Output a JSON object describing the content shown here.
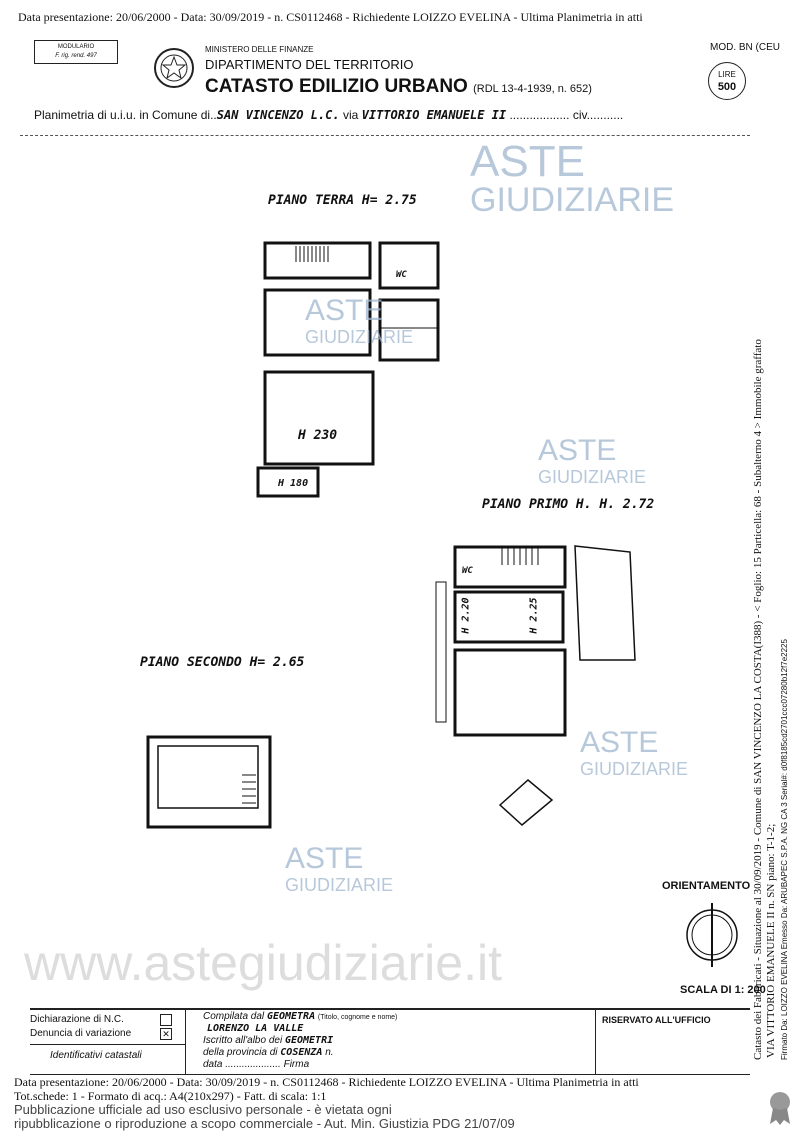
{
  "header": {
    "top_line": "Data presentazione: 20/06/2000 - Data: 30/09/2019 - n. CS0112468 - Richiedente LOIZZO EVELINA - Ultima Planimetria in atti",
    "modulario": "MODULARIO",
    "modulario_sub": "F. rig. rend. 497",
    "ministry": "MINISTERO DELLE FINANZE",
    "department": "DIPARTIMENTO DEL TERRITORIO",
    "title": "CATASTO EDILIZIO URBANO",
    "title_ref": "(RDL 13-4-1939, n. 652)",
    "mod": "MOD. BN (CEU",
    "lire_label": "LIRE",
    "lire_value": "500",
    "plan_prefix": "Planimetria di u.i.u. in Comune di",
    "comune": "SAN VINCENZO L.C.",
    "via_label": "via",
    "via": "VITTORIO EMANUELE II",
    "civ_label": "civ."
  },
  "drawing": {
    "piano_terra": "PIANO TERRA H= 2.75",
    "piano_primo": "PIANO PRIMO H. H. 2.72",
    "piano_secondo": "PIANO SECONDO H= 2.65",
    "wc1": "WC",
    "wc2": "WC",
    "h230": "H 230",
    "h180": "H 180",
    "h220": "H 2.20",
    "h225": "H 2.25",
    "orientamento": "ORIENTAMENTO",
    "scala": "SCALA DI 1: 200"
  },
  "watermarks": {
    "aste": "ASTE",
    "giudiziarie": "GIUDIZIARIE",
    "website": "www.astegiudiziarie.it"
  },
  "form": {
    "dichiarazione": "Dichiarazione di N.C.",
    "denuncia": "Denuncia di variazione",
    "identificativi": "Identificativi catastali",
    "compilata": "Compilata dal",
    "compilata_value": "GEOMETRA",
    "titolo_hint": "(Titolo, cognome e nome)",
    "nome": "LORENZO LA VALLE",
    "iscritto": "Iscritto all'albo dei",
    "iscritto_value": "GEOMETRI",
    "provincia": "della provincia di",
    "provincia_value": "COSENZA",
    "n_label": "n.",
    "data_label": "data",
    "firma_label": "Firma",
    "riservato": "RISERVATO ALL'UFFICIO"
  },
  "footer": {
    "line1": "Data presentazione: 20/06/2000 - Data: 30/09/2019 - n. CS0112468 - Richiedente LOIZZO EVELINA - Ultima Planimetria in atti",
    "line2": "Tot.schede: 1 - Formato di acq.: A4(210x297) - Fatt. di scala: 1:1",
    "notice1": "Pubblicazione ufficiale ad uso esclusivo personale - è vietata ogni",
    "notice2": "ripubblicazione o riproduzione a scopo commerciale - Aut. Min. Giustizia PDG 21/07/09"
  },
  "side": {
    "line1": "Catasto dei Fabbricati - Situazione al 30/09/2019 - Comune di SAN VINCENZO LA COSTA(I388) - < Foglio: 15 Particella: 68 - Subalterno 4 > Immobile graffato",
    "line2": "VIA VITTORIO EMANUELE II n. SN piano: T-1-2;",
    "line3": "Firmato Da: LOIZZO EVELINA Emesso Da: ARUBAPEC S.P.A. NG CA 3 Serial#: d0f8185cd2701ccc07280b12f7e2225"
  }
}
